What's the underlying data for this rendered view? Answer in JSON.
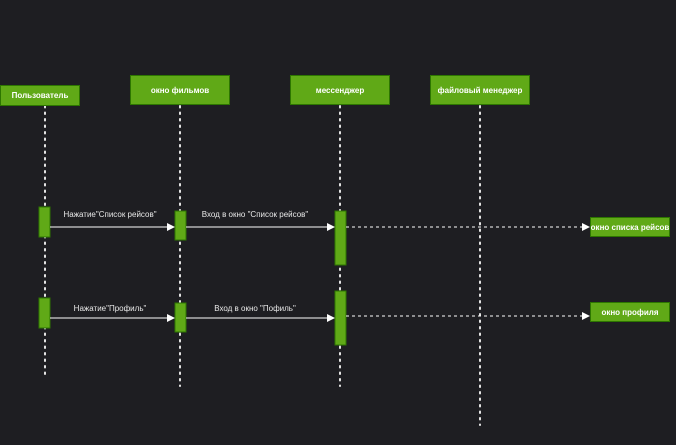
{
  "colors": {
    "background": "#1e1e22",
    "actor_fill": "#60a917",
    "actor_border": "#2d7600",
    "lifeline": "#e6e6e6",
    "message": "#ffffff"
  },
  "participants": [
    {
      "id": "user",
      "label": "Пользователь"
    },
    {
      "id": "films",
      "label": "окно фильмов"
    },
    {
      "id": "messenger",
      "label": "мессенджер"
    },
    {
      "id": "files",
      "label": "файловый менеджер"
    }
  ],
  "messages": [
    {
      "from": "user",
      "to": "films",
      "label": "Нажатие\"Список рейсов\""
    },
    {
      "from": "films",
      "to": "messenger",
      "label": "Вход в окно \"Список рейсов\""
    },
    {
      "from": "messenger",
      "to": "flights_window",
      "label": ""
    },
    {
      "from": "user",
      "to": "films",
      "label": "Нажатие\"Профиль\""
    },
    {
      "from": "films",
      "to": "messenger",
      "label": "Вход в окно \"Пофиль\""
    },
    {
      "from": "messenger",
      "to": "profile_window",
      "label": ""
    }
  ],
  "targets": {
    "flights_window": "окно списка рейсов",
    "profile_window": "окно профиля"
  }
}
